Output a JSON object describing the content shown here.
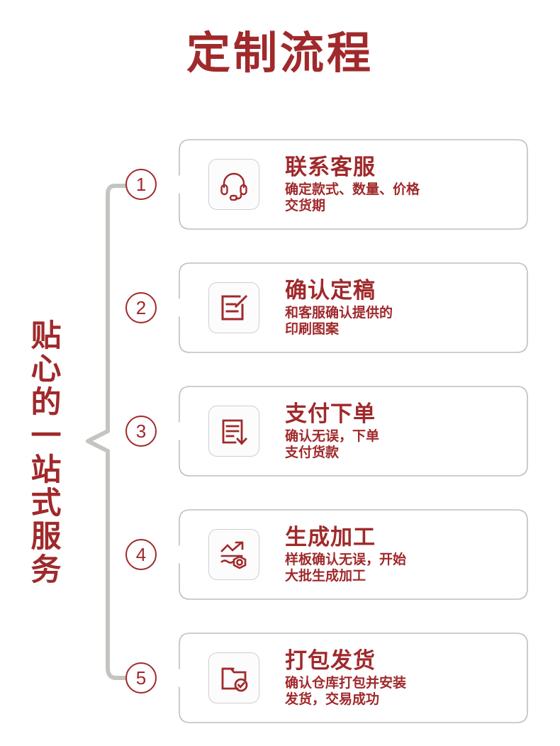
{
  "page": {
    "title": "定制流程",
    "accent_color": "#a0292b",
    "card_border_color": "#bfbfbf",
    "spine_color": "#c4c4c0",
    "background": "#ffffff"
  },
  "vertical_slogan": {
    "text": "贴心的一站式服务",
    "chars": [
      "贴",
      "心",
      "的",
      "一",
      "站",
      "式",
      "服",
      "务"
    ]
  },
  "steps": [
    {
      "number": "①",
      "number_plain": "1",
      "icon": "headset-icon",
      "title": "联系客服",
      "desc_lines": [
        "确定款式、数量、价格",
        "交货期"
      ]
    },
    {
      "number": "②",
      "number_plain": "2",
      "icon": "document-edit-icon",
      "title": "确认定稿",
      "desc_lines": [
        "和客服确认提供的",
        "印刷图案"
      ]
    },
    {
      "number": "③",
      "number_plain": "3",
      "icon": "document-download-icon",
      "title": "支付下单",
      "desc_lines": [
        "确认无误，下单",
        "支付货款"
      ]
    },
    {
      "number": "④",
      "number_plain": "4",
      "icon": "trend-gear-icon",
      "title": "生成加工",
      "desc_lines": [
        "样板确认无误，开始",
        "大批生成加工"
      ]
    },
    {
      "number": "⑤",
      "number_plain": "5",
      "icon": "folder-check-icon",
      "title": "打包发货",
      "desc_lines": [
        "确认仓库打包并安装",
        "发货，交易成功"
      ]
    }
  ]
}
